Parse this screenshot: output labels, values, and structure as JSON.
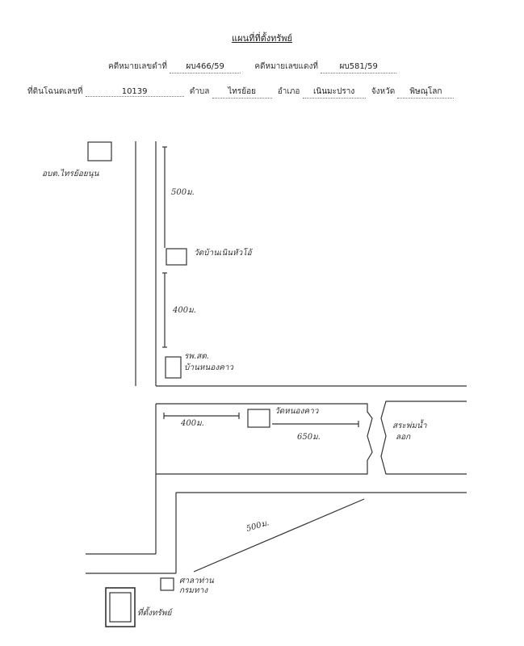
{
  "header": {
    "title": "แผนที่ที่ตั้งทรัพย์",
    "black_case_label": "คดีหมายเลขดำที่",
    "black_case_value": "ผบ466/59",
    "red_case_label": "คดีหมายเลขแดงที่",
    "red_case_value": "ผบ581/59",
    "deed_label": "ที่ดินโฉนดเลขที่",
    "deed_value": "10139",
    "subdistrict_label": "ตำบล",
    "subdistrict_value": "ไทรย้อย",
    "district_label": "อำเภอ",
    "district_value": "เนินมะปราง",
    "province_label": "จังหวัด",
    "province_value": "พิษณุโลก"
  },
  "map": {
    "labels": {
      "top_left_place": "อบต.ไทรย้อยนุน",
      "dist_500_top": "500ม.",
      "temple_1": "วัดบ้านเนินหัวโอ้",
      "dist_400_mid": "400ม.",
      "hospital": "รพ.สต.",
      "hospital_sub": "บ้านหนองคาว",
      "temple_2": "วัดหนองคาว",
      "dist_400_road": "400ม.",
      "dist_650": "650ม.",
      "pond": "สระพ่มน้ำ",
      "pond_sub": "ลอก",
      "dist_500_diag": "500ม.",
      "pole": "ศาลาท่าน",
      "pole_sub": "กรมทาง",
      "property": "ที่ตั้งทรัพย์"
    }
  }
}
